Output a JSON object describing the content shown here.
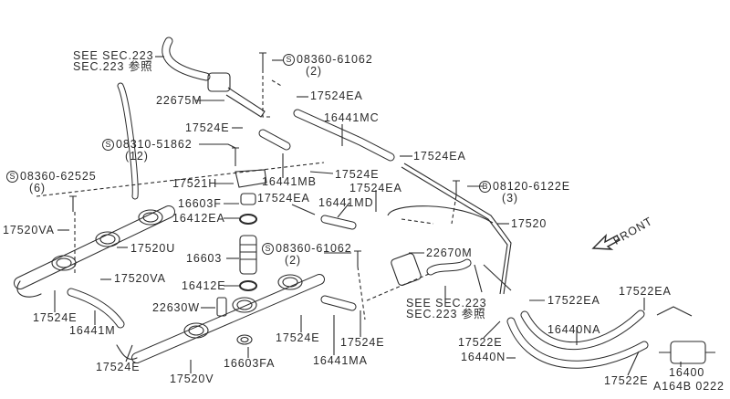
{
  "diagram_id": "A164B 0222",
  "front_label": "FRONT",
  "refs": {
    "see_sec_top": {
      "line1": "SEE SEC.223",
      "line2": "SEC.223 参照"
    },
    "see_sec_bottom": {
      "line1": "SEE SEC.223",
      "line2": "SEC.223 参照"
    }
  },
  "fasteners": [
    {
      "prefix": "S",
      "part": "08360-61062",
      "qty": "(2)"
    },
    {
      "prefix": "S",
      "part": "08310-51862",
      "qty": "(12)"
    },
    {
      "prefix": "S",
      "part": "08360-62525",
      "qty": "(6)"
    },
    {
      "prefix": "B",
      "part": "08120-6122E",
      "qty": "(3)"
    },
    {
      "prefix": "S",
      "part": "08360-61062",
      "qty": "(2)"
    }
  ],
  "parts": [
    "22675M",
    "17524EA",
    "16441MC",
    "17524E",
    "17524EA",
    "17524E",
    "17521H",
    "16441MB",
    "17524EA",
    "16603F",
    "17524EA",
    "16441MD",
    "16412EA",
    "17520VA",
    "17520",
    "17520U",
    "16603",
    "22670M",
    "17520VA",
    "16412E",
    "22630W",
    "17522EA",
    "17522EA",
    "17524E",
    "16441M",
    "16440NA",
    "17524E",
    "17524E",
    "17522E",
    "16440N",
    "17524E",
    "16441MA",
    "16603FA",
    "17522E",
    "16400",
    "17520V"
  ]
}
